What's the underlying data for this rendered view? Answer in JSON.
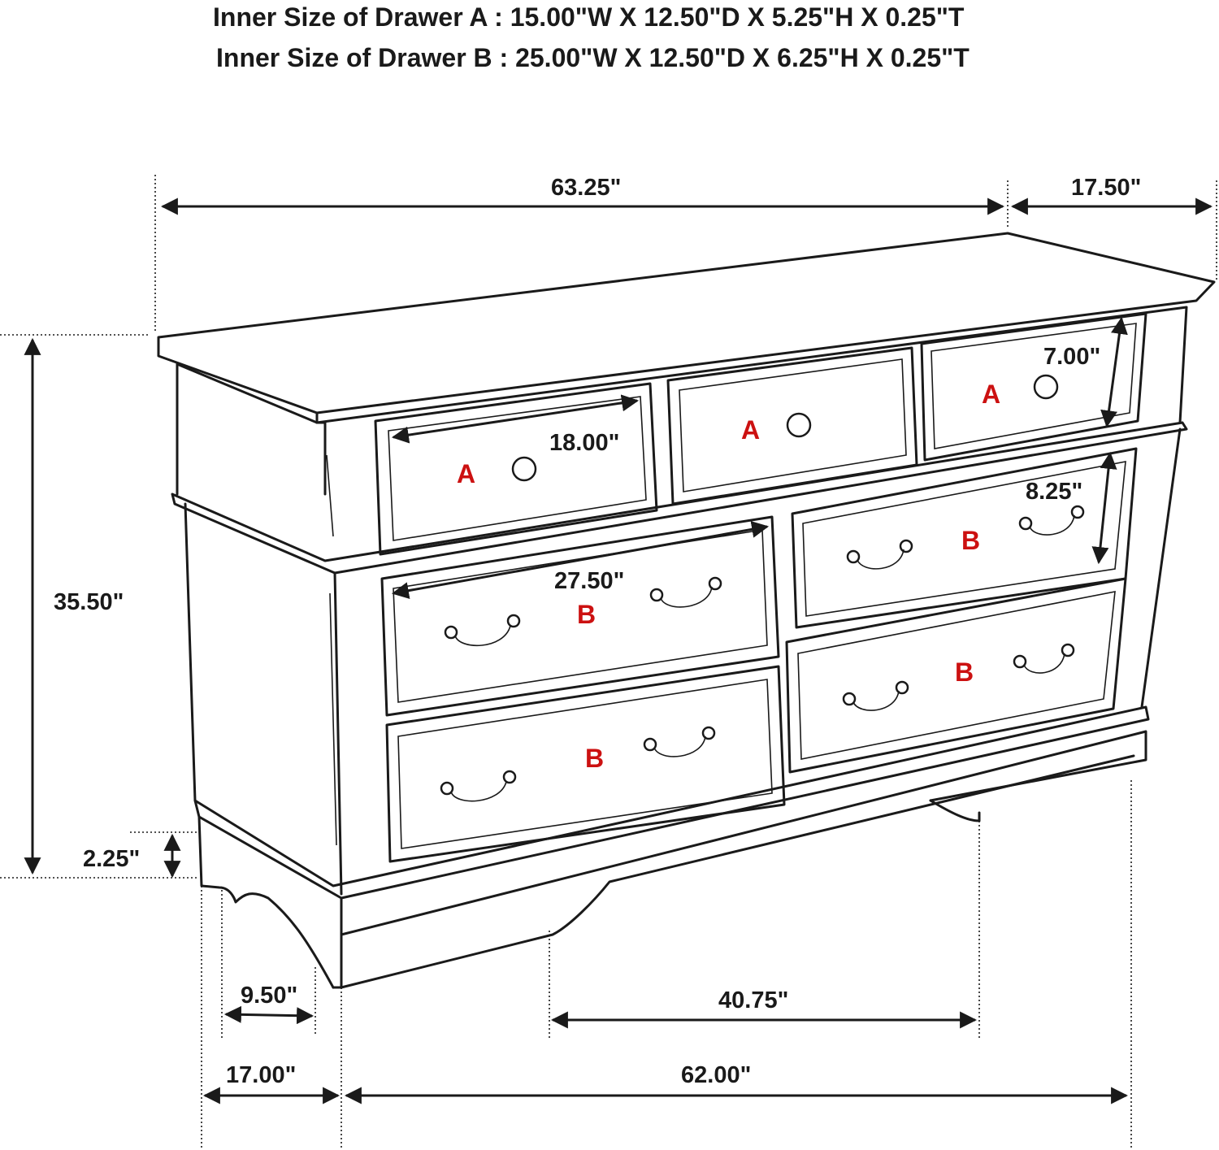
{
  "header": {
    "drawer_a_line": "Inner Size of Drawer A  : 15.00\"W X 12.50\"D X 5.25\"H X 0.25\"T",
    "drawer_b_line": "Inner Size of Drawer B : 25.00\"W X 12.50\"D X 6.25\"H X 0.25\"T"
  },
  "dimensions": {
    "overall_width": "63.25\"",
    "overall_depth": "17.50\"",
    "overall_height": "35.50\"",
    "base_height": "2.25\"",
    "top_drawer_width": "18.00\"",
    "top_drawer_height": "7.00\"",
    "lower_drawer_width": "27.50\"",
    "lower_drawer_height": "8.25\"",
    "leg_width": "9.50\"",
    "base_depth": "17.00\"",
    "leg_span": "40.75\"",
    "base_width": "62.00\""
  },
  "drawer_labels": {
    "a": "A",
    "b": "B"
  },
  "colors": {
    "label_red": "#cc1111",
    "line": "#1a1a1a"
  }
}
